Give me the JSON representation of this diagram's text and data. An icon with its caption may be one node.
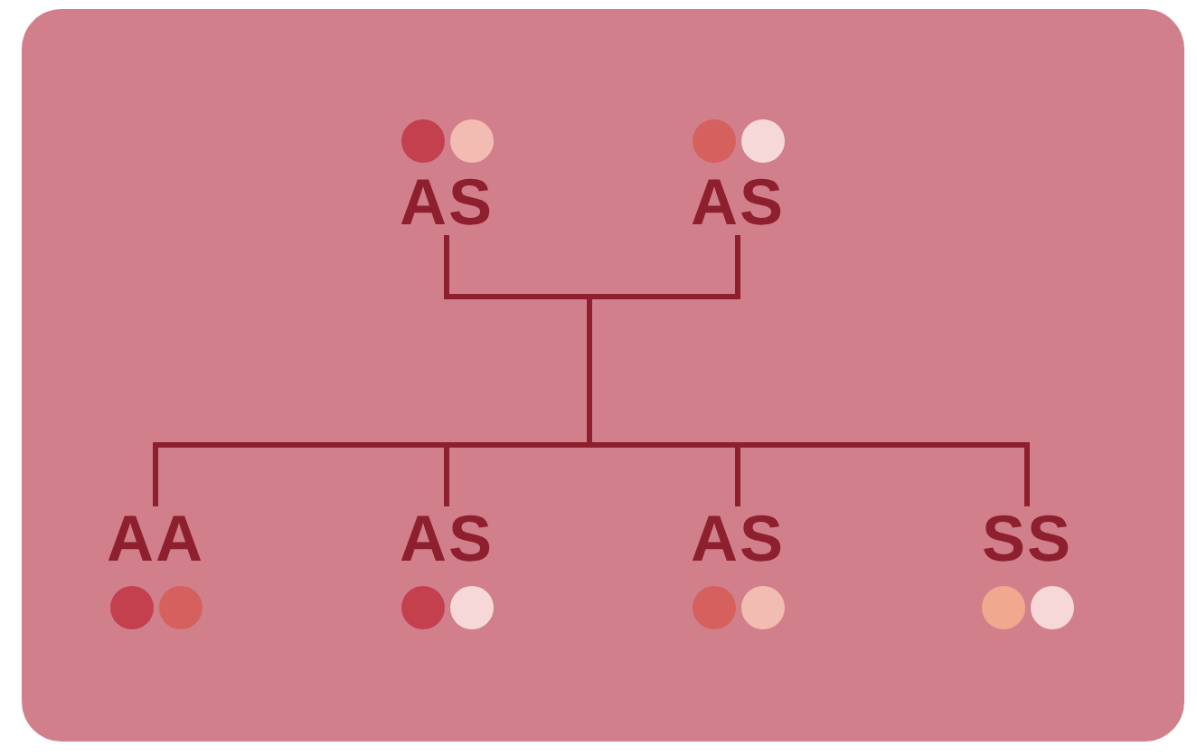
{
  "diagram": {
    "nodes": [
      {
        "text": [
          "AS"
        ]
      },
      {
        "text": [
          "AS"
        ]
      },
      {
        "text": [
          "AA"
        ]
      },
      {
        "text": [
          "AS"
        ]
      },
      {
        "text": [
          "AS"
        ]
      },
      {
        "text": [
          "SS"
        ]
      }
    ],
    "edges": [
      {
        "from": 0,
        "to": 2,
        "arrow": "none"
      },
      {
        "from": 0,
        "to": 3,
        "arrow": "none"
      },
      {
        "from": 0,
        "to": 4,
        "arrow": "none"
      },
      {
        "from": 0,
        "to": 5,
        "arrow": "none"
      },
      {
        "from": 1,
        "to": 2,
        "arrow": "none"
      },
      {
        "from": 1,
        "to": 3,
        "arrow": "none"
      },
      {
        "from": 1,
        "to": 4,
        "arrow": "none"
      },
      {
        "from": 1,
        "to": 5,
        "arrow": "none"
      }
    ]
  }
}
